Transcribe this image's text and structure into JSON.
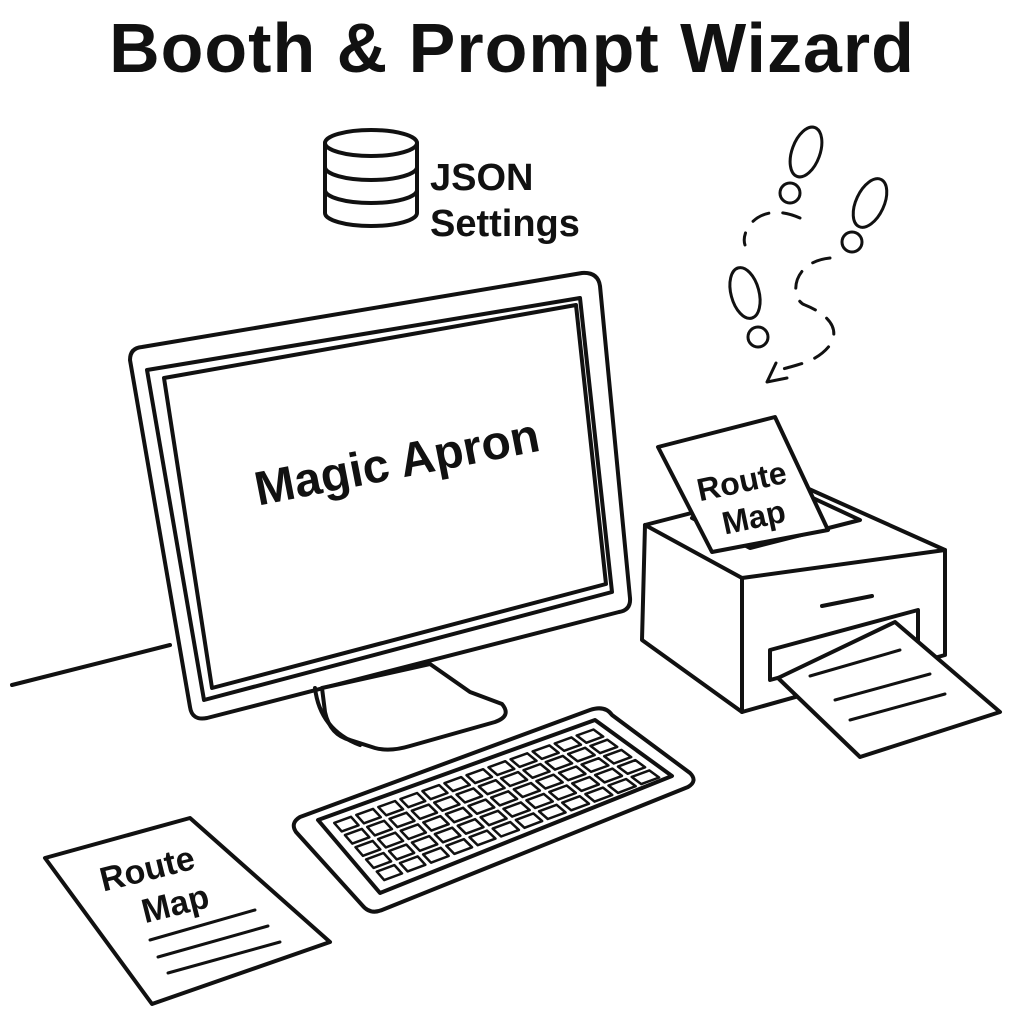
{
  "title": "Booth & Prompt Wizard",
  "database": {
    "icon": "database-icon",
    "label_line1": "JSON",
    "label_line2": "Settings"
  },
  "monitor": {
    "screen_text": "Magic Apron"
  },
  "printer_paper": {
    "line1": "Route",
    "line2": "Map"
  },
  "desk_paper": {
    "line1": "Route",
    "line2": "Map"
  },
  "footsteps": {
    "icon": "footprints-icon"
  }
}
